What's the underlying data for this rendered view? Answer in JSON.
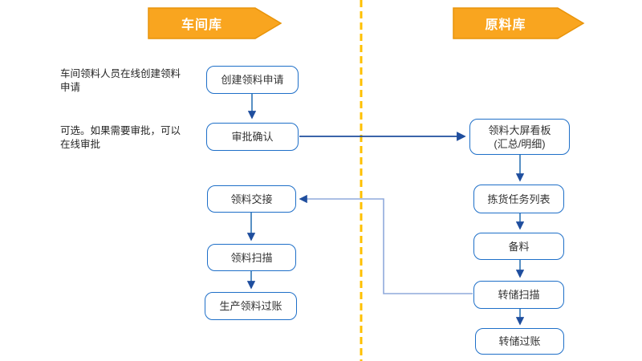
{
  "slide": {
    "type": "swimlane-flowchart"
  },
  "headers": {
    "left": {
      "label": "车间库"
    },
    "right": {
      "label": "原料库"
    }
  },
  "annotations": [
    {
      "text": "车间领料人员在线创建领料申请"
    },
    {
      "text": "可选。如果需要审批，可以在线审批"
    }
  ],
  "workshop_lane": {
    "title": "车间库",
    "boxes": [
      {
        "label": "创建领料申请"
      },
      {
        "label": "审批确认"
      },
      {
        "label": "领料交接"
      },
      {
        "label": "领料扫描"
      },
      {
        "label": "生产领料过账"
      }
    ]
  },
  "raw_material_lane": {
    "title": "原料库",
    "boxes": [
      {
        "label": "领料大屏看板",
        "label2": "(汇总/明细)"
      },
      {
        "label": "拣货任务列表"
      },
      {
        "label": "备料"
      },
      {
        "label": "转储扫描"
      },
      {
        "label": "转储过账"
      }
    ]
  },
  "connections": [
    {
      "from": "创建领料申请",
      "to": "审批确认"
    },
    {
      "from": "审批确认",
      "to": "领料大屏看板(汇总/明细)"
    },
    {
      "from": "领料大屏看板(汇总/明细)",
      "to": "拣货任务列表"
    },
    {
      "from": "拣货任务列表",
      "to": "备料"
    },
    {
      "from": "备料",
      "to": "转储扫描"
    },
    {
      "from": "转储扫描",
      "to": "转储过账"
    },
    {
      "from": "转储扫描",
      "to": "领料交接"
    },
    {
      "from": "领料交接",
      "to": "领料扫描"
    },
    {
      "from": "领料扫描",
      "to": "生产领料过账"
    }
  ],
  "colors": {
    "header_fill": "#F9A51F",
    "header_border": "#E8940A",
    "box_border": "#1E6FC8",
    "connector": "#2E75B6",
    "connector_dark": "#1F4E9E",
    "connector_light": "#8FAADC",
    "divider_dashed": "#FFC000",
    "text": "#333333"
  }
}
